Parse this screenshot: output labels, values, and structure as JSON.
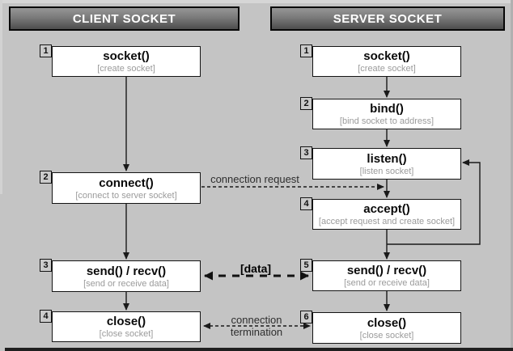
{
  "client": {
    "header": "CLIENT SOCKET",
    "steps": [
      {
        "number": "1",
        "title": "socket()",
        "subtitle": "[create socket]"
      },
      {
        "number": "2",
        "title": "connect()",
        "subtitle": "[connect to server socket]"
      },
      {
        "number": "3",
        "title": "send() / recv()",
        "subtitle": "[send or receive data]"
      },
      {
        "number": "4",
        "title": "close()",
        "subtitle": "[close socket]"
      }
    ]
  },
  "server": {
    "header": "SERVER SOCKET",
    "steps": [
      {
        "number": "1",
        "title": "socket()",
        "subtitle": "[create socket]"
      },
      {
        "number": "2",
        "title": "bind()",
        "subtitle": "[bind socket to address]"
      },
      {
        "number": "3",
        "title": "listen()",
        "subtitle": "[listen socket]"
      },
      {
        "number": "4",
        "title": "accept()",
        "subtitle": "[accept request and create socket]"
      },
      {
        "number": "5",
        "title": "send() / recv()",
        "subtitle": "[send or receive data]"
      },
      {
        "number": "6",
        "title": "close()",
        "subtitle": "[close socket]"
      }
    ]
  },
  "connections": {
    "request_label": "connection request",
    "data_label": "[data]",
    "termination_label_line1": "connection",
    "termination_label_line2": "termination"
  },
  "colors": {
    "background": "#c4c4c4",
    "header_gradient_top": "#969696",
    "header_gradient_bottom": "#4d4d4d",
    "header_text": "#ffffff",
    "box_background": "#ffffff",
    "box_border": "#141414",
    "subtitle_text": "#9b9b9b",
    "line": "#1a1a1a"
  }
}
